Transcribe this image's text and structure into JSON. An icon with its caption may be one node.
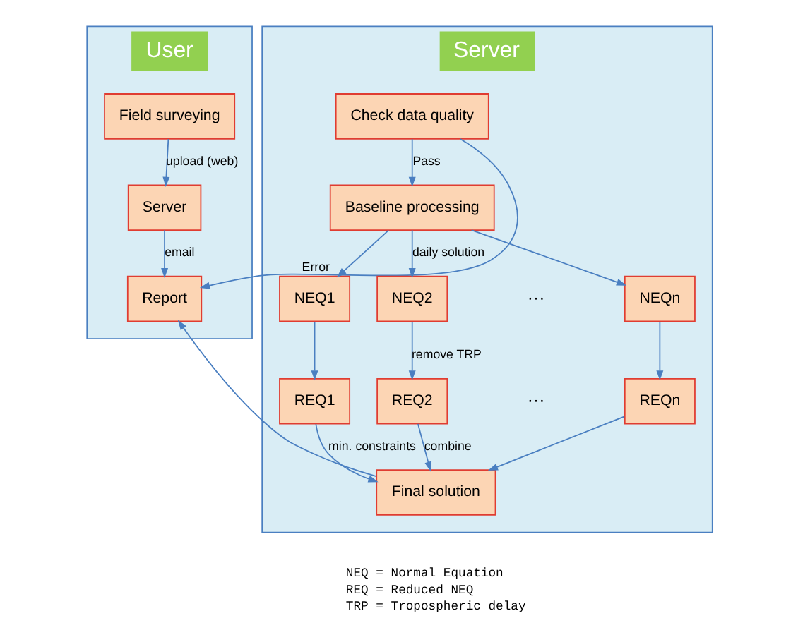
{
  "diagram": {
    "nodes": [
      {
        "text": [
          "User"
        ]
      },
      {
        "text": [
          "Field surveying"
        ],
        "in": 0
      },
      {
        "text": [
          "Server"
        ],
        "in": 0
      },
      {
        "text": [
          "Report"
        ],
        "in": 0
      },
      {
        "text": [
          "Server"
        ]
      },
      {
        "text": [
          "Check data quality"
        ],
        "in": 4
      },
      {
        "text": [
          "Baseline processing"
        ],
        "in": 4
      },
      {
        "text": [
          "NEQ1"
        ],
        "in": 4
      },
      {
        "text": [
          "NEQ2"
        ],
        "in": 4
      },
      {
        "text": [
          "NEQn"
        ],
        "in": 4
      },
      {
        "text": [
          "REQ1"
        ],
        "in": 4
      },
      {
        "text": [
          "REQ2"
        ],
        "in": 4
      },
      {
        "text": [
          "REQn"
        ],
        "in": 4
      },
      {
        "text": [
          "Final solution"
        ],
        "in": 4
      }
    ],
    "edges": [
      {
        "from": 1,
        "to": 2,
        "arrow": "to",
        "label": "upload (web)"
      },
      {
        "from": 2,
        "to": 3,
        "arrow": "to",
        "label": "email"
      },
      {
        "from": 5,
        "to": 3,
        "arrow": "to",
        "label": "Error"
      },
      {
        "from": 13,
        "to": 3,
        "arrow": "to"
      },
      {
        "from": 5,
        "to": 6,
        "arrow": "to",
        "label": "Pass"
      },
      {
        "from": 6,
        "to": 7,
        "arrow": "to"
      },
      {
        "from": 6,
        "to": 8,
        "arrow": "to",
        "label": "daily solution"
      },
      {
        "from": 6,
        "to": 9,
        "arrow": "to"
      },
      {
        "from": 7,
        "to": 10,
        "arrow": "to"
      },
      {
        "from": 8,
        "to": 11,
        "arrow": "to",
        "label": "remove TRP"
      },
      {
        "from": 9,
        "to": 12,
        "arrow": "to"
      },
      {
        "from": 10,
        "to": 13,
        "arrow": "to",
        "label": "min. constraints"
      },
      {
        "from": 11,
        "to": 13,
        "arrow": "to",
        "label": "combine"
      },
      {
        "from": 12,
        "to": 13,
        "arrow": "to"
      }
    ],
    "labels": [
      "···",
      "···",
      "NEQ = Normal Equation",
      "REQ = Reduced NEQ",
      "TRP = Tropospheric delay"
    ]
  }
}
